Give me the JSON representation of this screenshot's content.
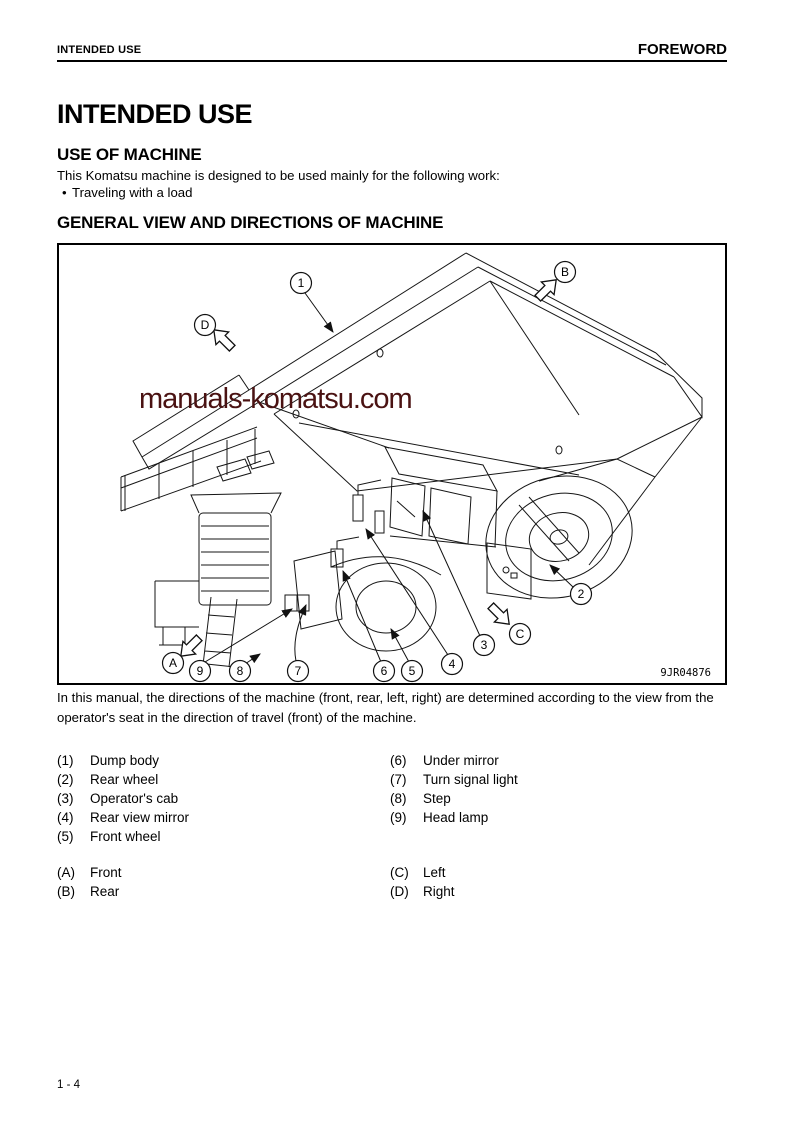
{
  "header": {
    "section": "INTENDED USE",
    "book": "FOREWORD"
  },
  "title": "INTENDED USE",
  "use_of_machine": {
    "heading": "USE OF MACHINE",
    "intro": "This Komatsu machine is designed to be used mainly for the following work:",
    "bullet": "Traveling with a load"
  },
  "general_view": {
    "heading": "GENERAL VIEW AND DIRECTIONS OF MACHINE",
    "caption": "In this manual, the directions of the machine (front, rear, left, right) are determined according to the view from the operator's seat in the direction of travel (front) of the machine."
  },
  "figure": {
    "watermark": "manuals-komatsu.com",
    "code": "9JR04876",
    "numbered": [
      "1",
      "2",
      "3",
      "4",
      "5",
      "6",
      "7",
      "8",
      "9"
    ],
    "letters": [
      "A",
      "B",
      "C",
      "D"
    ]
  },
  "parts": [
    {
      "num": "(1)",
      "label": "Dump body"
    },
    {
      "num": "(2)",
      "label": "Rear wheel"
    },
    {
      "num": "(3)",
      "label": "Operator's cab"
    },
    {
      "num": "(4)",
      "label": "Rear view mirror"
    },
    {
      "num": "(5)",
      "label": "Front wheel"
    },
    {
      "num": "(6)",
      "label": "Under mirror"
    },
    {
      "num": "(7)",
      "label": "Turn signal light"
    },
    {
      "num": "(8)",
      "label": "Step"
    },
    {
      "num": "(9)",
      "label": "Head lamp"
    }
  ],
  "directions": [
    {
      "num": "(A)",
      "label": "Front"
    },
    {
      "num": "(B)",
      "label": "Rear"
    },
    {
      "num": "(C)",
      "label": "Left"
    },
    {
      "num": "(D)",
      "label": "Right"
    }
  ],
  "footer": {
    "page_number": "1 - 4"
  },
  "colors": {
    "ink": "#000000",
    "watermark": "#4a1212"
  }
}
